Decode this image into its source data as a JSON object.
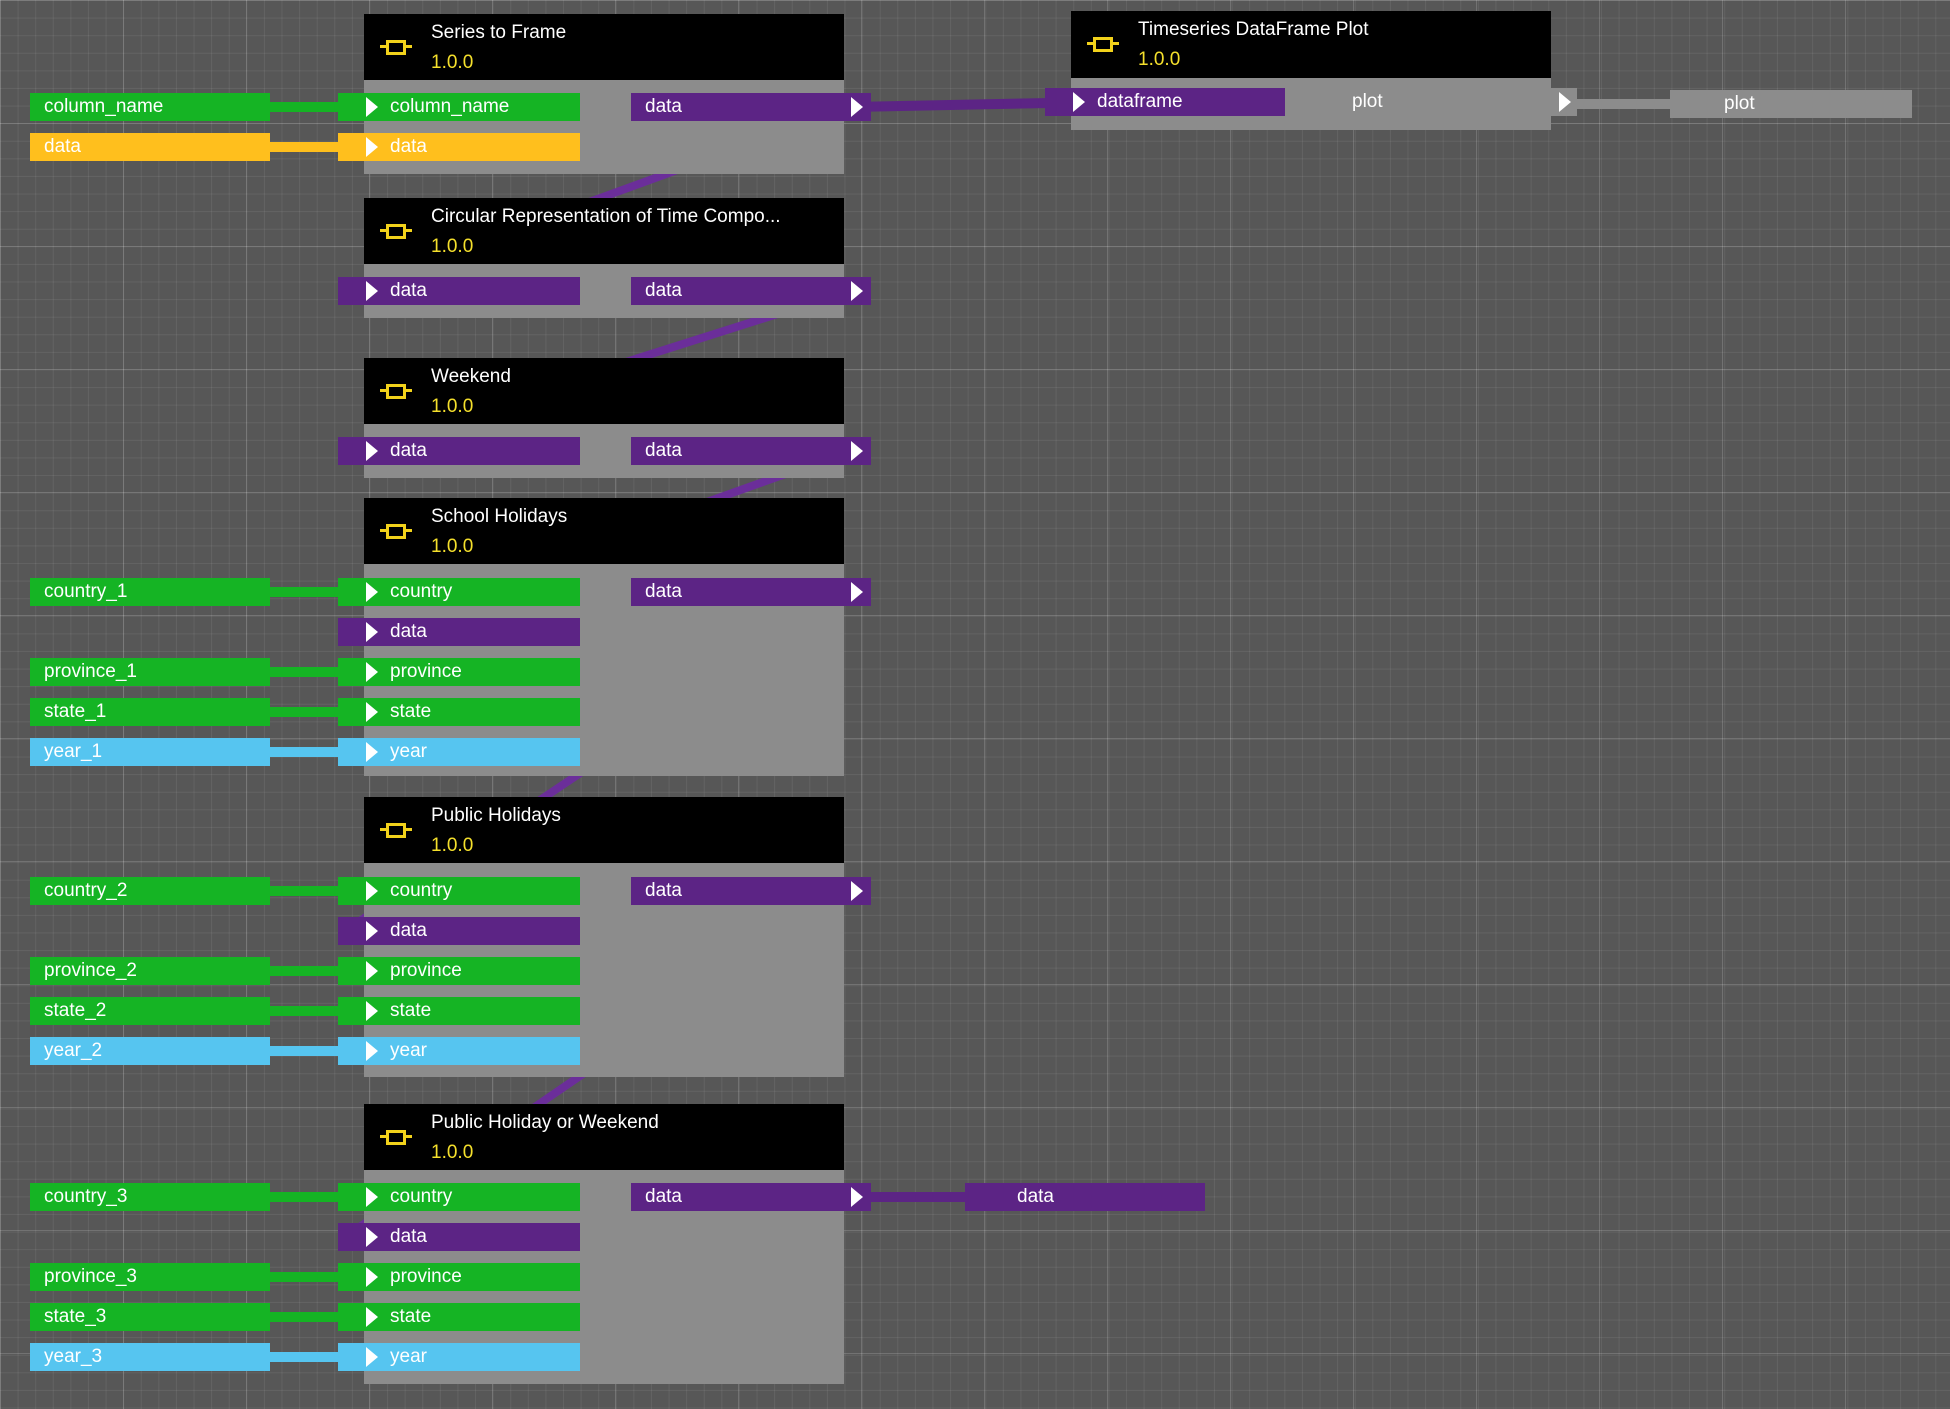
{
  "colors": {
    "canvas": "#575757",
    "string_port": "#15b424",
    "dataframe_port": "#5c2485",
    "series_port": "#ffbf1d",
    "int_port": "#56c5f0",
    "node_header": "#000000",
    "node_body": "#8c8c8c",
    "version_text": "#f5e02c",
    "node_icon": "#f2d21b"
  },
  "nodes": {
    "series_to_frame": {
      "title": "Series to Frame",
      "version": "1.0.0",
      "inputs": [
        "column_name",
        "data"
      ],
      "output": "data"
    },
    "circular": {
      "title": "Circular Representation of Time Compo...",
      "version": "1.0.0",
      "input": "data",
      "output": "data"
    },
    "weekend": {
      "title": "Weekend",
      "version": "1.0.0",
      "input": "data",
      "output": "data"
    },
    "school_holidays": {
      "title": "School Holidays",
      "version": "1.0.0",
      "inputs": [
        "country",
        "data",
        "province",
        "state",
        "year"
      ],
      "output": "data"
    },
    "public_holidays": {
      "title": "Public Holidays",
      "version": "1.0.0",
      "inputs": [
        "country",
        "data",
        "province",
        "state",
        "year"
      ],
      "output": "data"
    },
    "public_holiday_or_weekend": {
      "title": "Public Holiday or Weekend",
      "version": "1.0.0",
      "inputs": [
        "country",
        "data",
        "province",
        "state",
        "year"
      ],
      "output": "data"
    },
    "timeseries_plot": {
      "title": "Timeseries DataFrame Plot",
      "version": "1.0.0",
      "input": "dataframe",
      "output": "plot"
    }
  },
  "graph_inputs": {
    "column_name": "column_name",
    "data": "data",
    "country_1": "country_1",
    "province_1": "province_1",
    "state_1": "state_1",
    "year_1": "year_1",
    "country_2": "country_2",
    "province_2": "province_2",
    "state_2": "state_2",
    "year_2": "year_2",
    "country_3": "country_3",
    "province_3": "province_3",
    "state_3": "state_3",
    "year_3": "year_3"
  },
  "graph_outputs": {
    "plot": "plot",
    "data": "data"
  }
}
